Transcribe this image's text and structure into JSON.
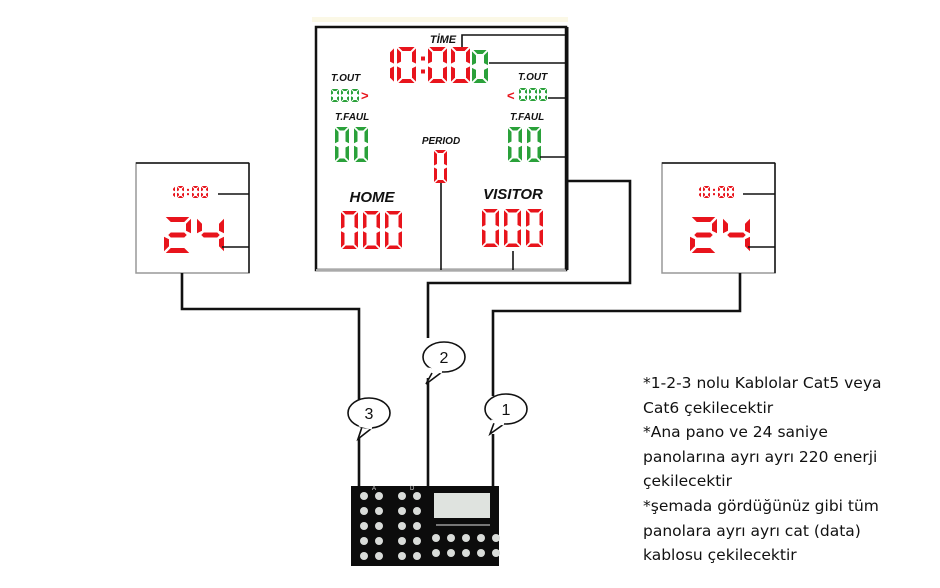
{
  "main_board": {
    "time_label": "TİME",
    "time_value": "10:00",
    "time_tenths": "0",
    "tout_left_label": "T.OUT",
    "tout_left_value": "000",
    "tout_left_arrow": ">",
    "tout_right_label": "T.OUT",
    "tout_right_value": "000",
    "tout_right_arrow": "<",
    "tfaul_left_label": "T.FAUL",
    "tfaul_left_value": "00",
    "tfaul_right_label": "T.FAUL",
    "tfaul_right_value": "00",
    "period_label": "PERIOD",
    "period_value": "0",
    "home_label": "HOME",
    "home_value": "000",
    "visitor_label": "VISITOR",
    "visitor_value": "000"
  },
  "shot_clock_left": {
    "time_value": "10:00",
    "shot_value": "24"
  },
  "shot_clock_right": {
    "time_value": "10:00",
    "shot_value": "24"
  },
  "cables": [
    {
      "number": "1"
    },
    {
      "number": "2"
    },
    {
      "number": "3"
    }
  ],
  "controller": {
    "group_a_label": "A",
    "group_b_label": "D"
  },
  "notes": [
    "*1-2-3 nolu Kablolar Cat5 veya",
    "Cat6 çekilecektir",
    "*Ana pano ve 24 saniye",
    "panolarına ayrı ayrı 220 enerji",
    "çekilecektir",
    "*şemada gördüğünüz gibi tüm",
    "panolara ayrı ayrı cat (data)",
    "kablosu çekilecektir"
  ],
  "colors": {
    "digit_red": "#e8141c",
    "digit_green": "#2aa13a",
    "controller_body": "#0c0c0c",
    "controller_button": "#d9dcd9",
    "controller_screen": "#dfe3df"
  }
}
